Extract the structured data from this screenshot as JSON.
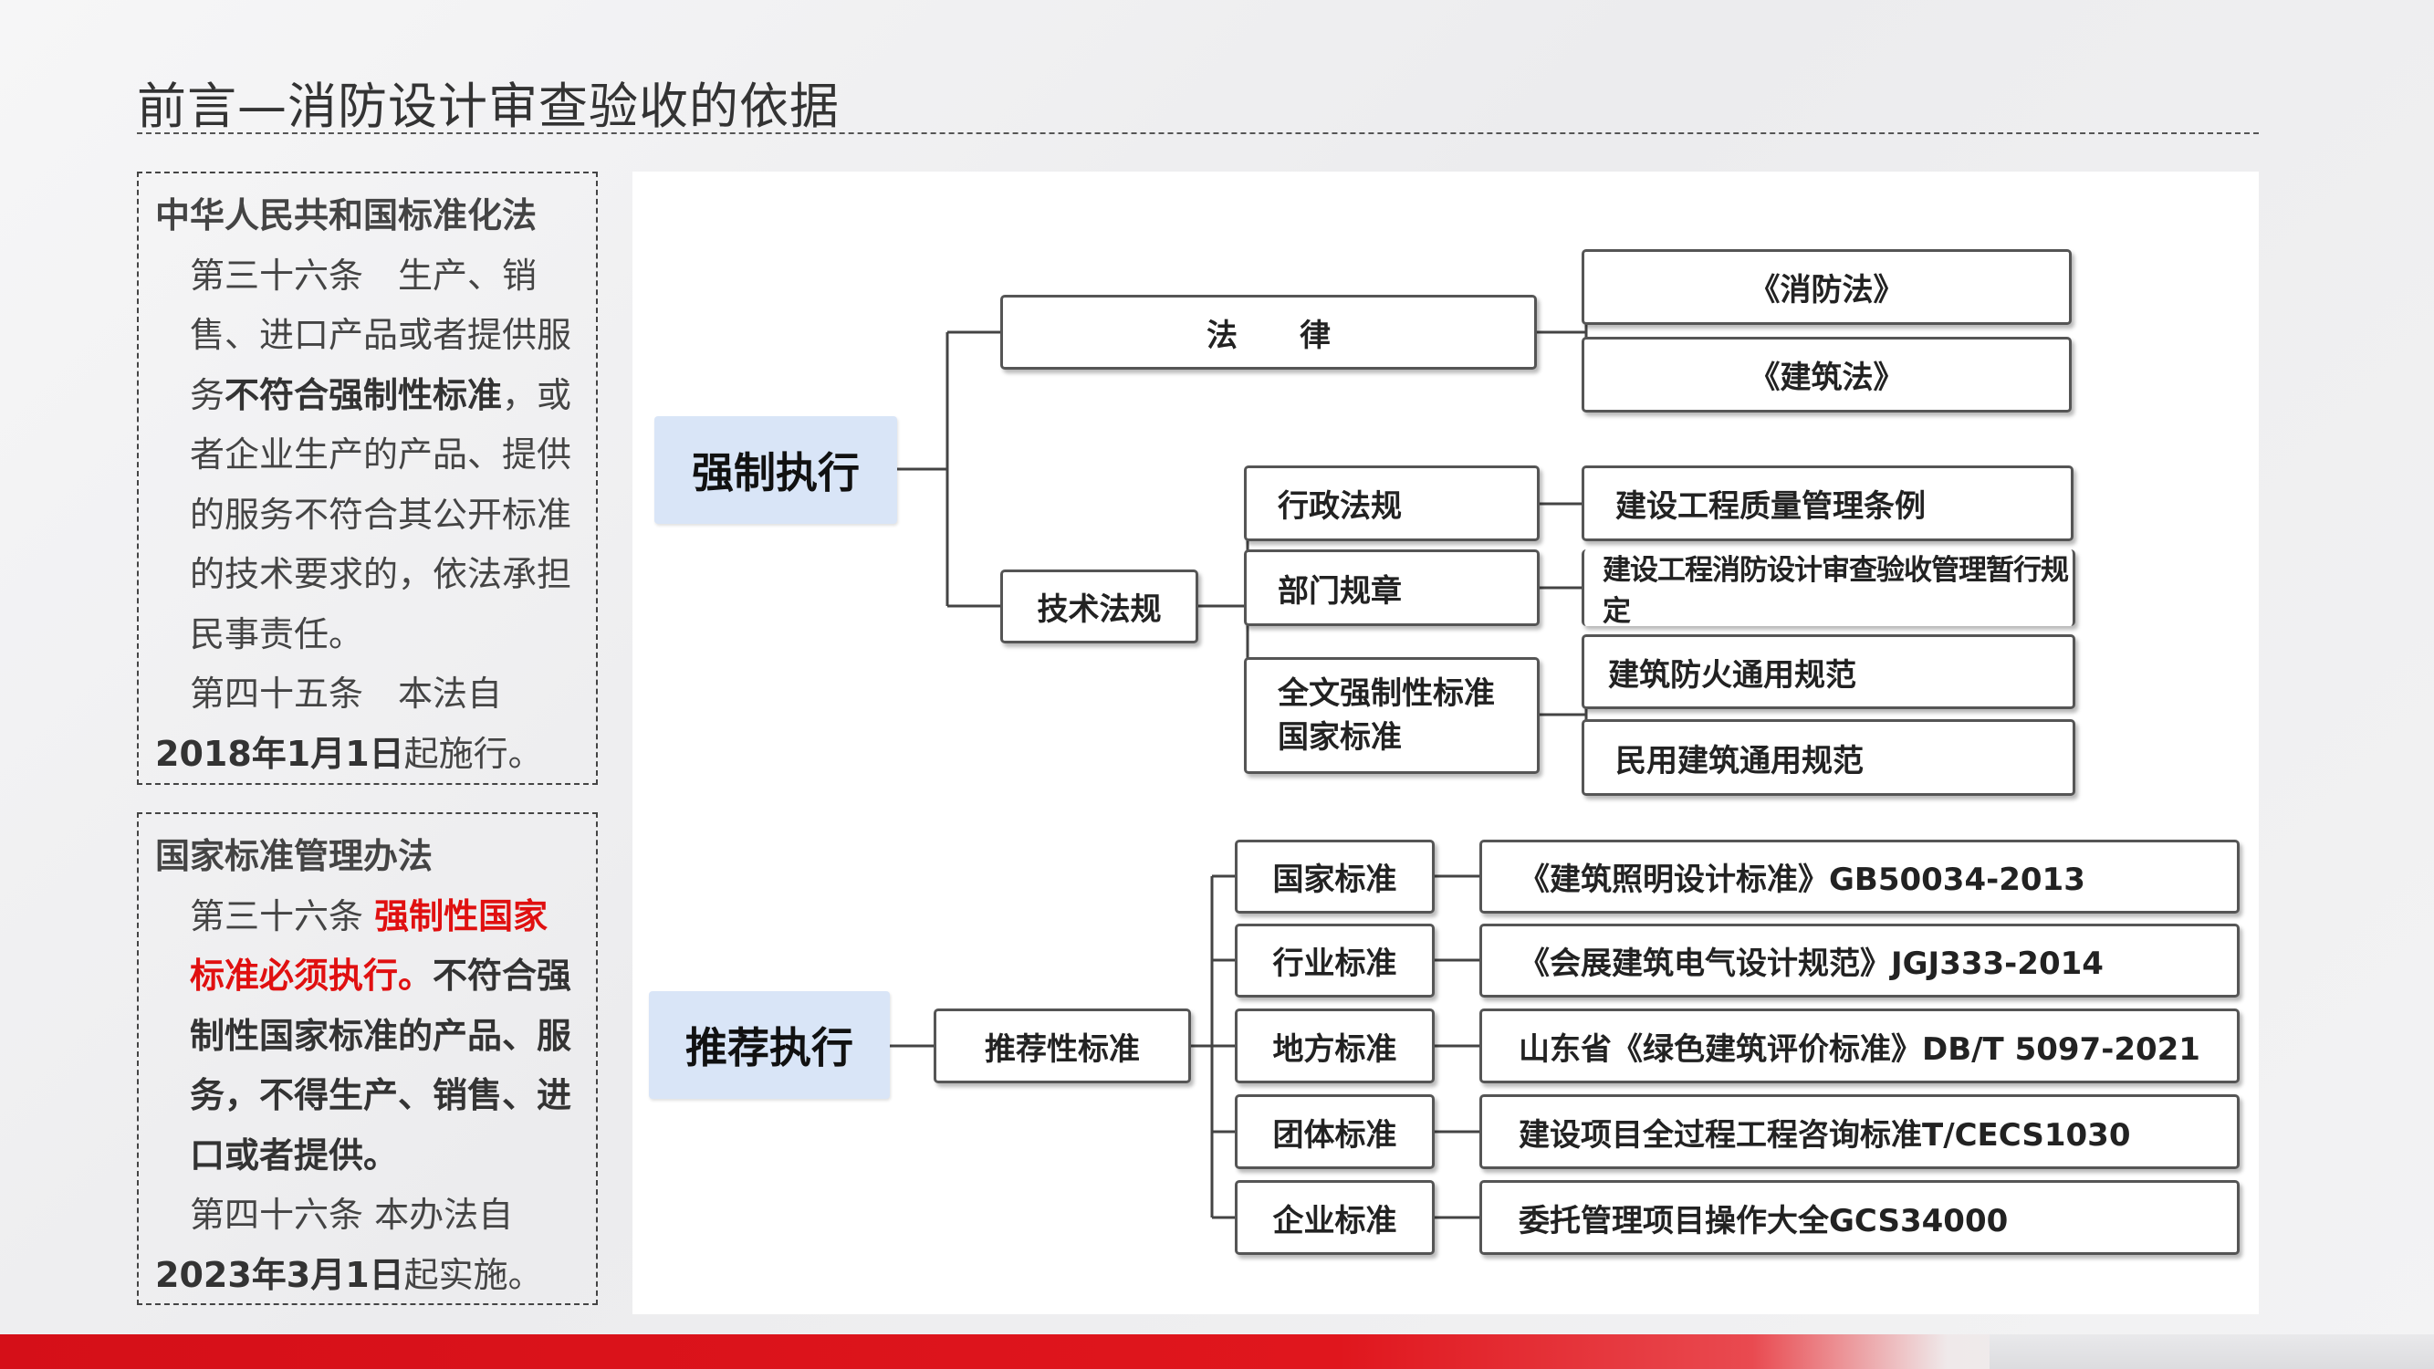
{
  "title": "前言—消防设计审查验收的依据",
  "box1": {
    "heading": "中华人民共和国标准化法",
    "art36_pre": "第三十六条　生产、销售、进口产品或者提供服务",
    "art36_bold": "不符合强制性标准",
    "art36_post": "，或者企业生产的产品、提供的服务不符合其公开标准的技术要求的，依法承担民事责任。",
    "art45_pre": "第四十五条　本法自",
    "art45_date": "2018年1月1日",
    "art45_post": "起施行。"
  },
  "box2": {
    "heading": "国家标准管理办法",
    "art36_pre": "第三十六条 ",
    "art36_red": "强制性国家标准必须执行。",
    "art36_bold": "不符合强制性国家标准的产品、服务，不得生产、销售、进口或者提供。",
    "art46_pre": "第四十六条 本办法自",
    "art46_date": "2023年3月1日",
    "art46_post": "起实施。"
  },
  "diagram": {
    "mandatory": "强制执行",
    "recommended": "推荐执行",
    "law": "法　　律",
    "fire_law": "《消防法》",
    "building_law": "《建筑法》",
    "tech_reg": "技术法规",
    "admin_reg": "行政法规",
    "quality_reg": "建设工程质量管理条例",
    "dept_rule": "部门规章",
    "fire_review_rule": "建设工程消防设计审查验收管理暂行规定",
    "full_text_std_1": "全文强制性标准",
    "full_text_std_2": "国家标准",
    "fire_code": "建筑防火通用规范",
    "civil_code": "民用建筑通用规范",
    "rec_std": "推荐性标准",
    "rec_rows": [
      {
        "type": "国家标准",
        "example": "《建筑照明设计标准》GB50034-2013"
      },
      {
        "type": "行业标准",
        "example": "《会展建筑电气设计规范》JGJ333-2014"
      },
      {
        "type": "地方标准",
        "example": "山东省《绿色建筑评价标准》DB/T 5097-2021"
      },
      {
        "type": "团体标准",
        "example": "建设项目全过程工程咨询标准T/CECS1030"
      },
      {
        "type": "企业标准",
        "example": "委托管理项目操作大全GCS34000"
      }
    ]
  }
}
